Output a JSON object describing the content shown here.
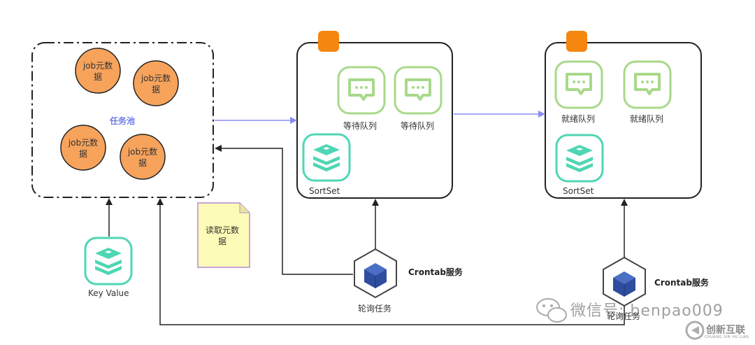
{
  "task_pool": {
    "title": "任务池",
    "jobs": [
      {
        "line1": "job元数",
        "line2": "据"
      },
      {
        "line1": "job元数",
        "line2": "据"
      },
      {
        "line1": "job元数",
        "line2": "据"
      },
      {
        "line1": "job元数",
        "line2": "据"
      }
    ]
  },
  "waiting_box": {
    "queues": [
      "等待队列",
      "等待队列"
    ],
    "sortset_label": "SortSet"
  },
  "ready_box": {
    "queues": [
      "就绪队列",
      "就绪队列"
    ],
    "sortset_label": "SortSet"
  },
  "key_value_label": "Key Value",
  "note": {
    "line1": "读取元数",
    "line2": "据"
  },
  "crontab_1": "Crontab服务",
  "crontab_2": "Crontab服务",
  "polling_label_1": "轮询任务",
  "polling_label_2": "轮询任务",
  "watermark": {
    "wechat": "微信号: benpao009",
    "brand": "创新互联",
    "brand_sub": "CHUANG XIN HU LIAN"
  },
  "colors": {
    "job_fill": "#f7a35c",
    "orange_badge": "#f5860f",
    "queue_icon": "#a8d98a",
    "redis_icon": "#4fd6b4",
    "arrow_blue": "#8a8cf0",
    "note_fill": "#fcfcb8",
    "note_border": "#b68ad6",
    "cube": "#2f4d9e"
  }
}
